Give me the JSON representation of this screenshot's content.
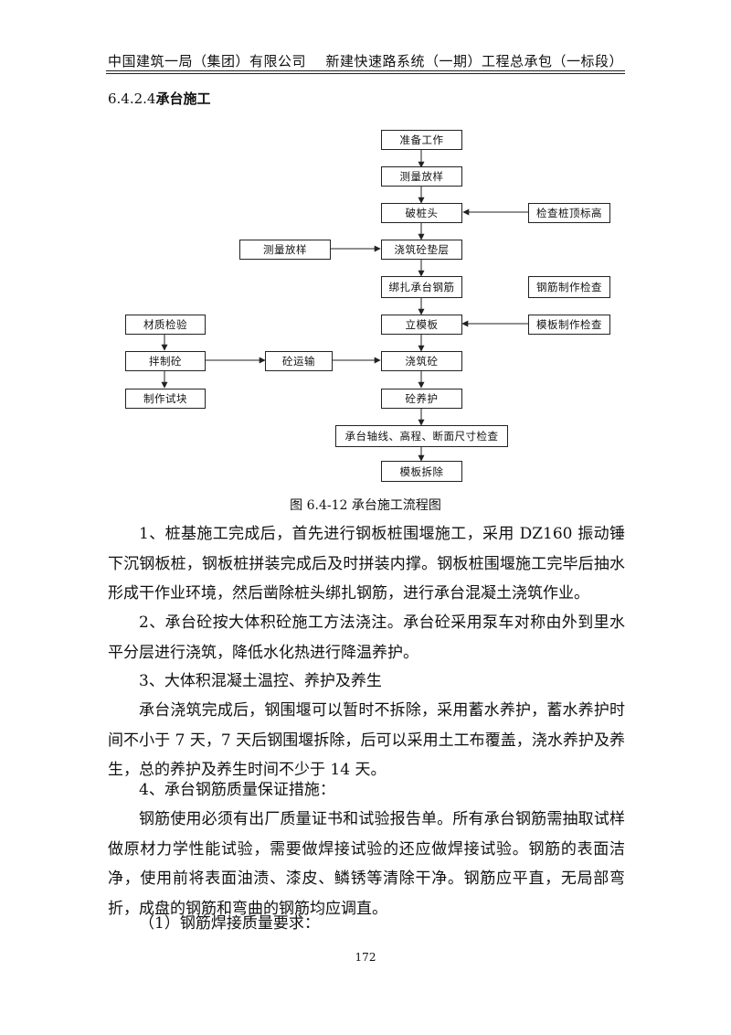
{
  "header": {
    "left": "中国建筑一局（集团）有限公司",
    "right": "新建快速路系统（一期）工程总承包（一标段）"
  },
  "section": {
    "number": "6.4.2.4",
    "title": "承台施工"
  },
  "flowchart": {
    "main_steps": [
      "准备工作",
      "测量放样",
      "破桩头",
      "浇筑砼垫层",
      "绑扎承台钢筋",
      "立模板",
      "浇筑砼",
      "砼养护",
      "承台轴线、高程、断面尺寸检查",
      "模板拆除"
    ],
    "right_checks": [
      "检查桩顶标高",
      "钢筋制作检查",
      "模板制作检查"
    ],
    "left_input": "测量放样",
    "left_chain": [
      "材质检验",
      "拌制砼",
      "制作试块"
    ],
    "transport": "砼运输"
  },
  "caption": "图 6.4-12 承台施工流程图",
  "paragraphs": [
    "1、桩基施工完成后，首先进行钢板桩围堰施工，采用 DZ160 振动锤下沉钢板桩，钢板桩拼装完成后及时拼装内撑。钢板桩围堰施工完毕后抽水形成干作业环境，然后凿除桩头绑扎钢筋，进行承台混凝土浇筑作业。",
    "2、承台砼按大体积砼施工方法浇注。承台砼采用泵车对称由外到里水平分层进行浇筑，降低水化热进行降温养护。",
    "3、大体积混凝土温控、养护及养生",
    "承台浇筑完成后，钢围堰可以暂时不拆除，采用蓄水养护，蓄水养护时间不小于 7 天，7 天后钢围堰拆除，后可以采用土工布覆盖，浇水养护及养生，总的养护及养生时间不少于 14 天。",
    "4、承台钢筋质量保证措施：",
    "钢筋使用必须有出厂质量证书和试验报告单。所有承台钢筋需抽取试样做原材力学性能试验，需要做焊接试验的还应做焊接试验。钢筋的表面洁净，使用前将表面油渍、漆皮、鳞锈等清除干净。钢筋应平直，无局部弯折，成盘的钢筋和弯曲的钢筋均应调直。",
    "（1）钢筋焊接质量要求："
  ],
  "page_number": "172"
}
